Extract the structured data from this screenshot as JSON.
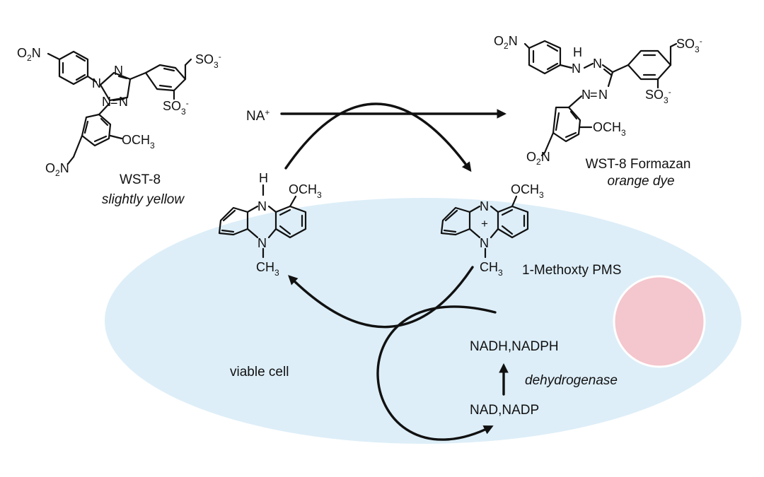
{
  "colors": {
    "cell": "#ddeef8",
    "nucleus": "#f4c6cd",
    "ink": "#111111"
  },
  "wst8": {
    "name": "WST-8",
    "subtitle": "slightly yellow"
  },
  "formazan": {
    "name": "WST-8 Formazan",
    "subtitle": "orange dye"
  },
  "na": {
    "base": "NA",
    "sup": "+"
  },
  "pms": {
    "name": "1-Methoxty PMS"
  },
  "cell": {
    "label": "viable cell"
  },
  "enzyme": {
    "label": "dehydrogenase"
  },
  "cofactors": {
    "reduced": "NADH,NADPH",
    "oxidized": "NAD,NADP"
  },
  "atoms": {
    "o2n": {
      "o": "O",
      "sub": "2",
      "n": "N"
    },
    "so3": {
      "base": "SO",
      "sub": "3",
      "sup": "-"
    },
    "och3": {
      "base": "OCH",
      "sub": "3"
    },
    "ch3": {
      "base": "CH",
      "sub": "3"
    },
    "n": "N",
    "h": "H",
    "plus": "+",
    "eq": "="
  }
}
